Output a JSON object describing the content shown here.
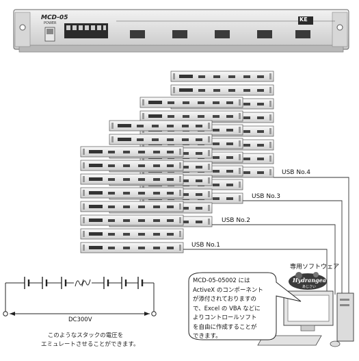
{
  "device": {
    "model": "MCD-05",
    "logo": "KE",
    "panel_text": "POWER"
  },
  "links": [
    {
      "label": "USB No.4"
    },
    {
      "label": "USB No.3"
    },
    {
      "label": "USB No.2"
    },
    {
      "label": "USB No.1"
    }
  ],
  "software": {
    "title": "専用ソフトウェア",
    "logo_text": "Hydrangea",
    "logo_sub": "あじさい"
  },
  "bubble": {
    "lines": [
      "MCD-05-05002 には",
      "ActiveX のコンポーネント",
      "が添付されておりますの",
      "で、Excel の VBA などに",
      "よりコントロールソフト",
      "を自由に作成することが",
      "できます。"
    ]
  },
  "circuit": {
    "voltage_label": "DC300V"
  },
  "caption": {
    "lines": [
      "このようなスタックの電圧を",
      "エミュレートさせることができます。"
    ]
  }
}
